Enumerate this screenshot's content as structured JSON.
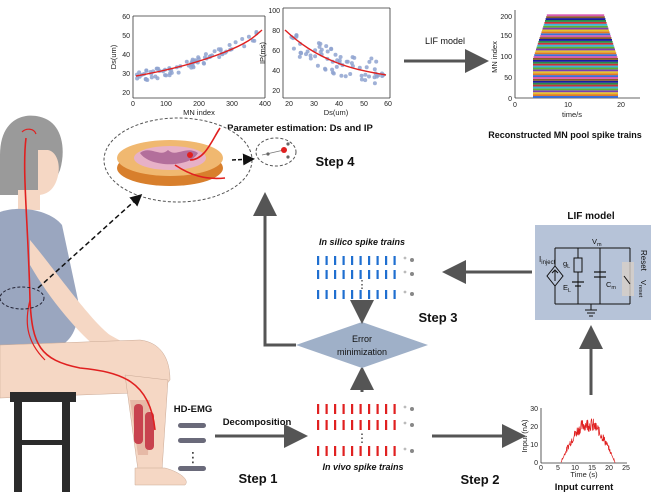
{
  "colors": {
    "accent_red": "#e02020",
    "scatter_blue": "#8fa3d0",
    "spike_blue": "#1f6fd0",
    "arrow_gray": "#555555",
    "panel_bg": "#b6c3d8",
    "diamond": "#9fb0c8",
    "skin": "#f5d7c4",
    "shirt": "#9aa6bf",
    "hair": "#9a9a9a"
  },
  "icons": [
    "human-figure-icon",
    "spinal-cord-icon",
    "neuron-icon",
    "electrode-icon",
    "current-source-icon",
    "switch-icon",
    "ground-icon"
  ],
  "plot_ds": {
    "xlabel": "MN index",
    "ylabel": "Ds(um)",
    "xticks": [
      "0",
      "100",
      "200",
      "300",
      "400"
    ],
    "yticks": [
      "20",
      "30",
      "40",
      "50",
      "60"
    ]
  },
  "plot_ip": {
    "xlabel": "Ds(um)",
    "ylabel": "IP(ms)",
    "xticks": [
      "20",
      "30",
      "40",
      "50",
      "60"
    ],
    "yticks": [
      "20",
      "40",
      "60",
      "80",
      "100"
    ]
  },
  "plot_pool": {
    "xlabel": "time/s",
    "ylabel": "MN index",
    "xticks": [
      "0",
      "10",
      "20"
    ],
    "yticks": [
      "0",
      "50",
      "100",
      "150",
      "200"
    ]
  },
  "plot_input": {
    "xlabel": "Time (s)",
    "ylabel": "Input (nA)",
    "xticks": [
      "0",
      "5",
      "10",
      "15",
      "20",
      "25"
    ],
    "yticks": [
      "0",
      "10",
      "20",
      "30"
    ]
  },
  "labels": {
    "lif_model_arrow": "LIF model",
    "param_est": "Parameter estimation: Ds and IP",
    "reconstructed": "Reconstructed MN pool spike trains",
    "step4": "Step 4",
    "step3": "Step 3",
    "step2": "Step 2",
    "step1": "Step 1",
    "in_silico": "In silico spike trains",
    "in_vivo": "In vivo spike trains",
    "hd_emg": "HD-EMG",
    "decomposition": "Decomposition",
    "error_line1": "Error",
    "error_line2": "minimization",
    "lif_panel_title": "LIF model",
    "input_current": "Input current",
    "dots": "⋮"
  },
  "circuit": {
    "i_inject": "I",
    "i_inject_sub": "inject",
    "gl": "g",
    "gl_sub": "L",
    "el": "E",
    "el_sub": "L",
    "cm": "C",
    "cm_sub": "m",
    "vm": "V",
    "vm_sub": "m",
    "reset": "Reset",
    "vreset": "V",
    "vreset_sub": "reset"
  }
}
